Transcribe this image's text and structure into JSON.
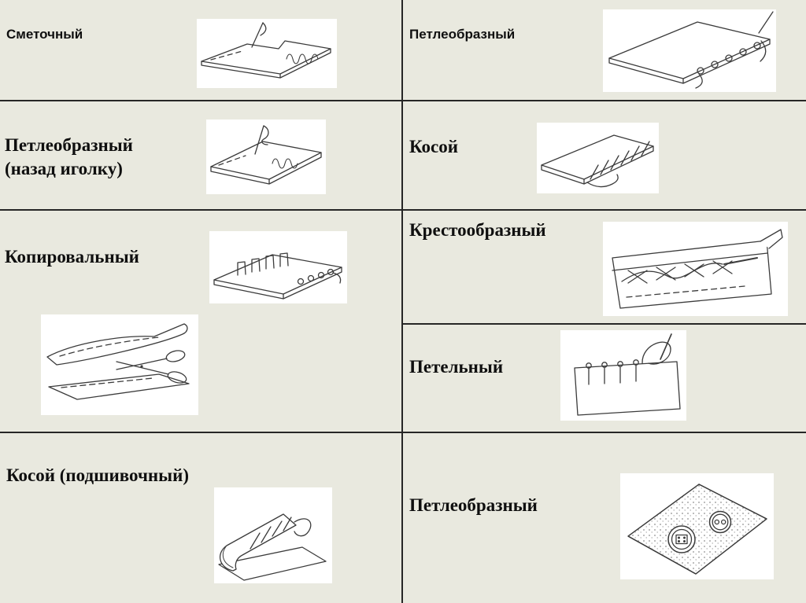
{
  "colors": {
    "background": "#e9e9df",
    "grid_line": "#262626",
    "panel": "#ffffff",
    "text": "#0f0f0f",
    "drawing_stroke": "#3b3b3b"
  },
  "cells": {
    "left": [
      {
        "label": "Сметочный",
        "illustration": "basting-stitch"
      },
      {
        "label": "Петлеобразный (назад иголку)",
        "illustration": "back-loop-stitch"
      },
      {
        "label": "Копировальный",
        "illustration": "tailor-tacks",
        "illustration2": "fabric-layers-with-scissors"
      },
      {
        "label": "Косой (подшивочный)",
        "illustration": "slant-hemming-stitch"
      }
    ],
    "right": [
      {
        "label": "Петлеобразный",
        "illustration": "loop-overcast-stitch"
      },
      {
        "label": "Косой",
        "illustration": "slant-overcast-stitch"
      },
      {
        "label": "Крестообразный",
        "illustration": "cross-stitch"
      },
      {
        "label": "Петельный",
        "illustration": "buttonhole-stitch"
      },
      {
        "label": "Петлеобразный",
        "illustration": "button-sewing-stitch"
      }
    ]
  }
}
